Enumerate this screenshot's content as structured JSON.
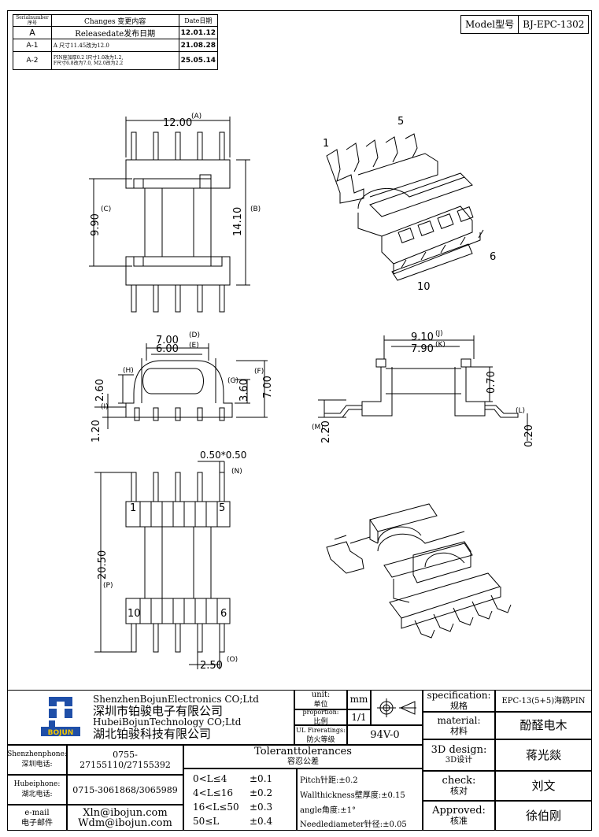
{
  "revision_table": {
    "headers": {
      "serial": "Serialnumber序号",
      "changes": "Changes 变更内容",
      "date": "Date日期"
    },
    "rows": [
      {
        "ver": "A",
        "change": "Releasedate发布日期",
        "date": "12.01.12"
      },
      {
        "ver": "A-1",
        "change": "A 尺寸11.45改为12.0",
        "date": "21.08.28"
      },
      {
        "ver": "A-2",
        "change": "PIN座加厚0.2 I尺寸1.0改为1.2,",
        "change2": "F尺寸6.8改为7.0, M2.0改为2.2",
        "date": "25.05.14"
      }
    ]
  },
  "model": {
    "label": "Model型号",
    "value": "BJ-EPC-1302"
  },
  "dimensions": {
    "a": "12.00",
    "a_tag": "(A)",
    "b": "14.10",
    "b_tag": "(B)",
    "c": "9.90",
    "c_tag": "(C)",
    "d": "7.00",
    "d_tag": "(D)",
    "e": "6.00",
    "e_tag": "(E)",
    "f": "7.00",
    "f_tag": "(F)",
    "g": "3.60",
    "g_tag": "(G)",
    "h": "2.60",
    "h_tag": "(H)",
    "i": "1.20",
    "i_tag": "(I)",
    "j": "9.10",
    "j_tag": "(J)",
    "k": "7.90",
    "k_tag": "(K)",
    "l": "0.20",
    "l_tag": "(L)",
    "l2": "0.70",
    "m": "2.20",
    "m_tag": "(M)",
    "n": "0.50*0.50",
    "n_tag": "(N)",
    "o": "2.50",
    "o_tag": "(O)",
    "p": "20.50",
    "p_tag": "(P)"
  },
  "pin_labels": {
    "iso_1": "1",
    "iso_5": "5",
    "iso_6": "6",
    "iso_10": "10",
    "bot_1": "1",
    "bot_5": "5",
    "bot_10": "10",
    "bot_6": "6"
  },
  "title_block": {
    "company_en": "ShenzhenBojunElectronics CO;Ltd",
    "company_cn": "深圳市铂骏电子有限公司",
    "company2_en": "HubeiBojunTechnology CO;Ltd",
    "company2_cn": "湖北铂骏科技有限公司",
    "logo_text": "BOJUN",
    "unit_label": "unit:",
    "unit_label_cn": "单位",
    "unit_value": "mm",
    "proportion_label": "proportion:",
    "proportion_label_cn": "比例",
    "proportion_value": "1/1",
    "fire_label": "UL Fireratings:",
    "fire_label_cn": "防火等级",
    "fire_value": "94V-0",
    "spec_label": "specification:",
    "spec_label_cn": "规格",
    "spec_value": "EPC-13(5+5)海鸥PIN",
    "material_label": "material:",
    "material_label_cn": "材料",
    "material_value": "酚醛电木",
    "design_label": "3D design:",
    "design_label_cn": "3D设计",
    "design_value": "蒋光燚",
    "check_label": "check:",
    "check_label_cn": "核对",
    "check_value": "刘文",
    "approved_label": "Approved:",
    "approved_label_cn": "核准",
    "approved_value": "徐伯刚",
    "sz_phone_label": "Shenzhenphone:",
    "sz_phone_label_cn": "深圳电话:",
    "sz_phone": "0755-27155110/27155392",
    "hb_phone_label": "Hubeiphone:",
    "hb_phone_label_cn": "湖北电话:",
    "hb_phone": "0715-3061868/3065989",
    "email_label": "e-mail",
    "email_label_cn": "电子邮件",
    "email1": "Xln@ibojun.com",
    "email2": "Wdm@ibojun.com",
    "tol_title": "Toleranttolerances",
    "tol_title_cn": "容忍公差",
    "tolerances": [
      {
        "range": "0<L≤4",
        "tol": "±0.1"
      },
      {
        "range": "4<L≤16",
        "tol": "±0.2"
      },
      {
        "range": "16<L≤50",
        "tol": "±0.3"
      },
      {
        "range": "50≤L",
        "tol": "±0.4"
      }
    ],
    "pitch": "Pitch针距:±0.2",
    "wall": "Wallthickness壁厚度:±0.15",
    "angle": "angle角度:±1°",
    "needle": "Needlediameter针径:±0.05"
  }
}
